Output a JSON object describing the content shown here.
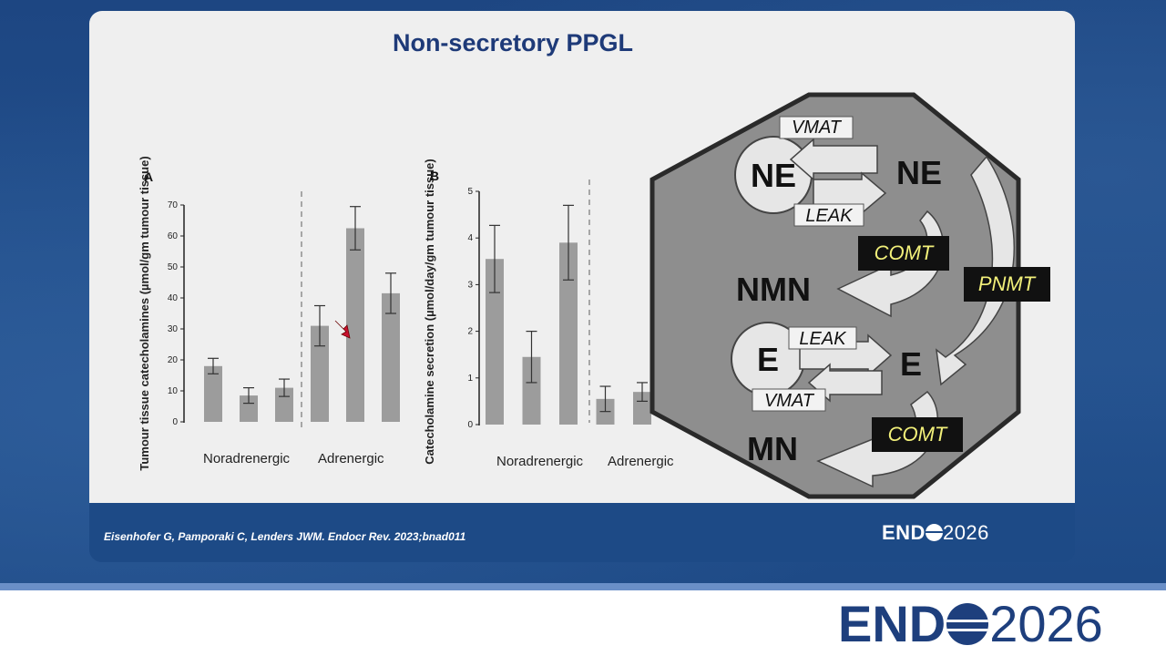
{
  "slide": {
    "title": "Non-secretory PPGL",
    "citation": "Eisenhofer G, Pamporaki C, Lenders JWM.  Endocr Rev. 2023;bnad011"
  },
  "logo": {
    "end": "END",
    "year": "2026"
  },
  "colors": {
    "bar": "#9c9c9c",
    "octagon": "#8e8e8e",
    "label_box": "#111111",
    "label_text": "#f2f07a",
    "title": "#1e3a78"
  },
  "chart_data": [
    {
      "type": "bar",
      "panel": "A",
      "ylabel": "Tumour tissue catecholamines (µmol/gm tumour tissue)",
      "ylim": [
        0,
        70
      ],
      "yticks": [
        0,
        10,
        20,
        30,
        40,
        50,
        60,
        70
      ],
      "groups": [
        "Noradrenergic",
        "Adrenergic"
      ],
      "values": [
        18,
        8.5,
        11,
        31,
        62.5,
        41.5
      ],
      "errors": [
        2.5,
        2.5,
        2.8,
        6.5,
        7,
        6.5
      ]
    },
    {
      "type": "bar",
      "panel": "B",
      "ylabel": "Catecholamine secretion (µmol/day/gm tumour tissue)",
      "ylim": [
        0,
        5
      ],
      "yticks": [
        0,
        1,
        2,
        3,
        4,
        5
      ],
      "groups": [
        "Noradrenergic",
        "Adrenergic"
      ],
      "values": [
        3.55,
        1.45,
        3.9,
        0.55,
        0.7
      ],
      "errors": [
        0.72,
        0.55,
        0.8,
        0.27,
        0.2
      ]
    }
  ],
  "diagram": {
    "ne_cell": "NE",
    "ne_out": "NE",
    "e_cell": "E",
    "e_out": "E",
    "nmn": "NMN",
    "mn": "MN",
    "vmat_top": "VMAT",
    "leak_top": "LEAK",
    "leak_bottom": "LEAK",
    "vmat_bottom": "VMAT",
    "comt_top": "COMT",
    "comt_bottom": "COMT",
    "pnmt": "PNMT"
  }
}
